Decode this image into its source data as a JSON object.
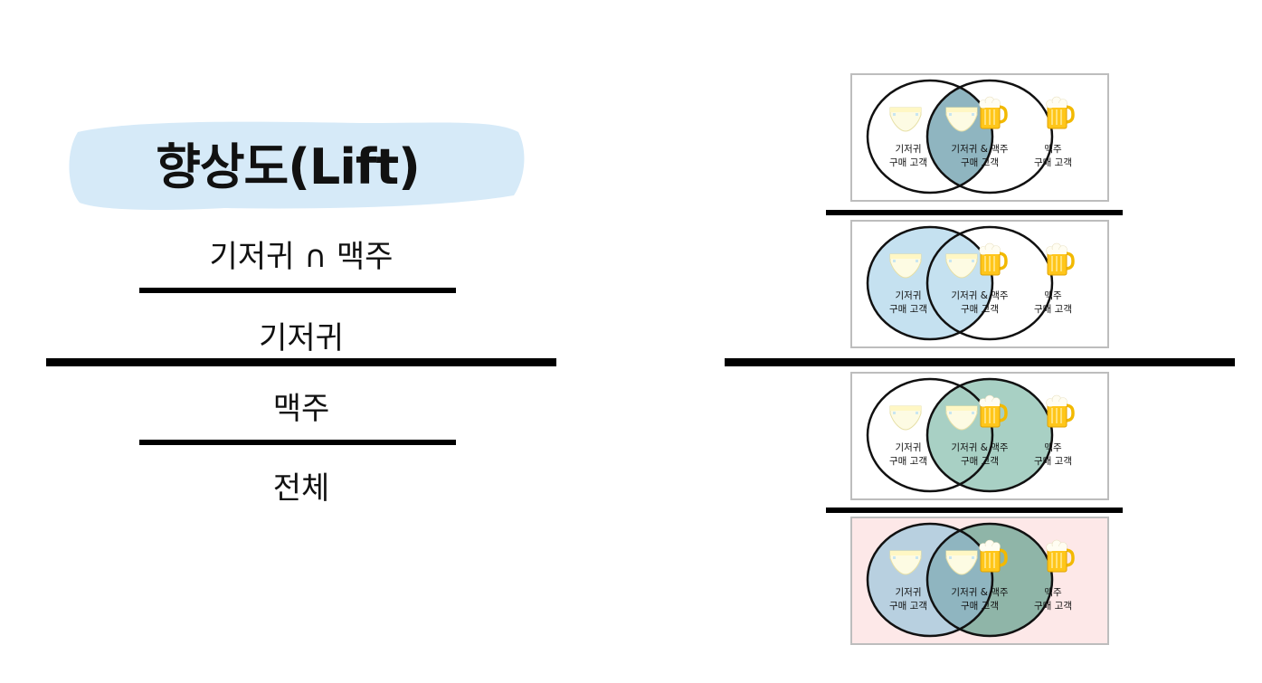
{
  "title": "향상도(Lift)",
  "formula": {
    "top_numerator": "기저귀 ∩ 맥주",
    "top_denominator": "기저귀",
    "bottom_numerator": "맥주",
    "bottom_denominator": "전체"
  },
  "venn": {
    "left_label_1": "기저귀",
    "left_label_2": "구매 고객",
    "mid_label_1": "기저귀 & 맥주",
    "mid_label_2": "구매 고객",
    "right_label_1": "맥주",
    "right_label_2": "구매 고객"
  },
  "colors": {
    "title_highlight": "#d6eaf8",
    "diaper_fill": "#c5e1f0",
    "beer_fill": "#a8d0c4",
    "intersection_fill": "#8fb5c0",
    "all_fill": "#fde8e8",
    "all_left_fill": "#b8d0e0",
    "all_right_fill": "#8fb5a8"
  }
}
